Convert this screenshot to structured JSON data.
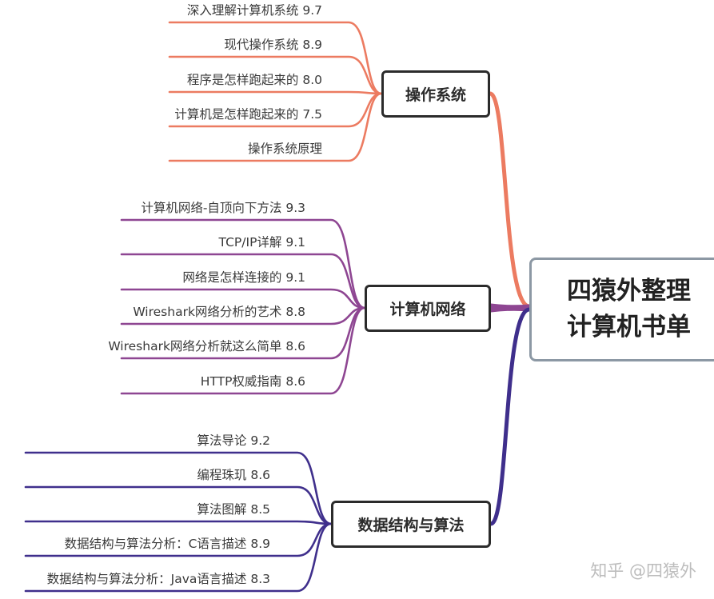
{
  "root": {
    "line1": "四猿外整理",
    "line2": "计算机书单",
    "color": "#8c98a4"
  },
  "branches": [
    {
      "label": "操作系统",
      "color": "#ec7b61",
      "items": [
        "深入理解计算机系统 9.7",
        "现代操作系统 8.9",
        "程序是怎样跑起来的 8.0",
        "计算机是怎样跑起来的 7.5",
        "操作系统原理"
      ]
    },
    {
      "label": "计算机网络",
      "color": "#8e4692",
      "items": [
        "计算机网络-自顶向下方法 9.3",
        "TCP/IP详解 9.1",
        "网络是怎样连接的 9.1",
        "Wireshark网络分析的艺术 8.8",
        "Wireshark网络分析就这么简单 8.6",
        "HTTP权威指南 8.6"
      ]
    },
    {
      "label": "数据结构与算法",
      "color": "#3f2f8c",
      "items": [
        "算法导论 9.2",
        "编程珠玑 8.6",
        "算法图解 8.5",
        "数据结构与算法分析：C语言描述 8.9",
        "数据结构与算法分析：Java语言描述 8.3"
      ]
    }
  ],
  "watermark": "知乎 @四猿外"
}
